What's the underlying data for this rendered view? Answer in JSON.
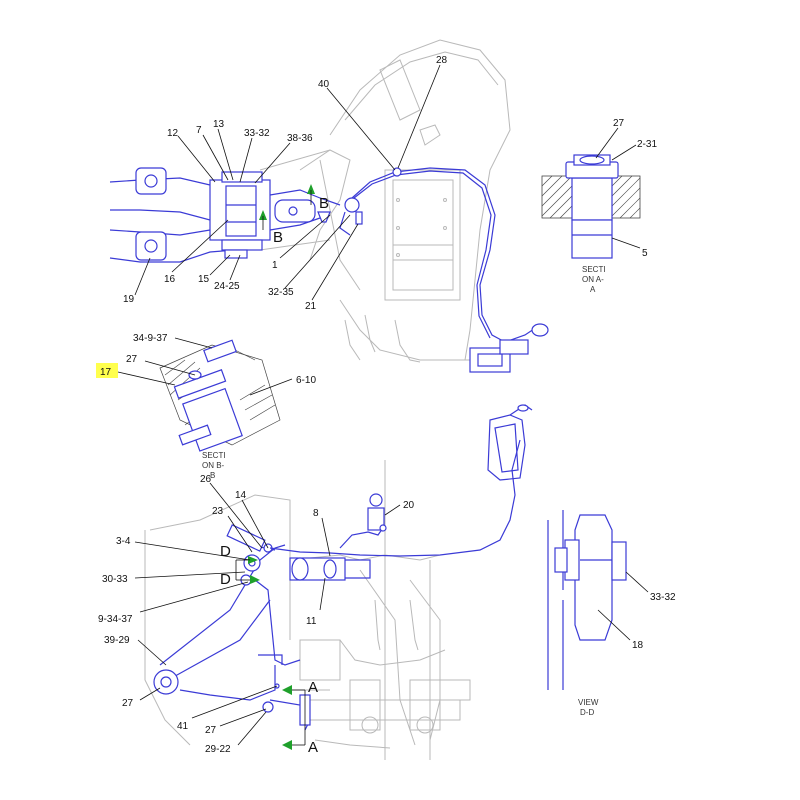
{
  "colors": {
    "part_outline": "#3b3bd6",
    "background_outline": "#b9b9b9",
    "arrow_fill": "#1fa02b",
    "highlight": "#ffff4d",
    "text": "#111111"
  },
  "callouts": {
    "c40": "40",
    "c28": "28",
    "c12": "12",
    "c7": "7",
    "c13": "13",
    "c33_32_top": "33-32",
    "c38_36": "38-36",
    "c27_secA": "27",
    "c2_31": "2-31",
    "c5": "5",
    "c16": "16",
    "c1": "1",
    "c15": "15",
    "c24_25": "24-25",
    "c32_35": "32-35",
    "c19": "19",
    "c21": "21",
    "c34_9_37": "34-9-37",
    "c27_secB": "27",
    "c17": "17",
    "c6_10": "6-10",
    "c26": "26",
    "c14": "14",
    "c8": "8",
    "c20": "20",
    "c23": "23",
    "c3_4": "3-4",
    "c30_33": "30-33",
    "c9_34_37": "9-34-37",
    "c11": "11",
    "c39_29": "39-29",
    "c27_low": "27",
    "c41": "41",
    "c27_low2": "27",
    "c29_22": "29-22",
    "c33_32_view": "33-32",
    "c18": "18"
  },
  "view_letters": {
    "b_upper": "B",
    "b_lower": "B",
    "d_upper": "D",
    "d_lower": "D",
    "a_upper": "A",
    "a_lower": "A"
  },
  "section_labels": {
    "sec_a": [
      "SECTI",
      "ON A-",
      "A"
    ],
    "sec_b": [
      "SECTI",
      "ON B-",
      "B"
    ],
    "view_d": [
      "VIEW",
      "D-D"
    ]
  }
}
